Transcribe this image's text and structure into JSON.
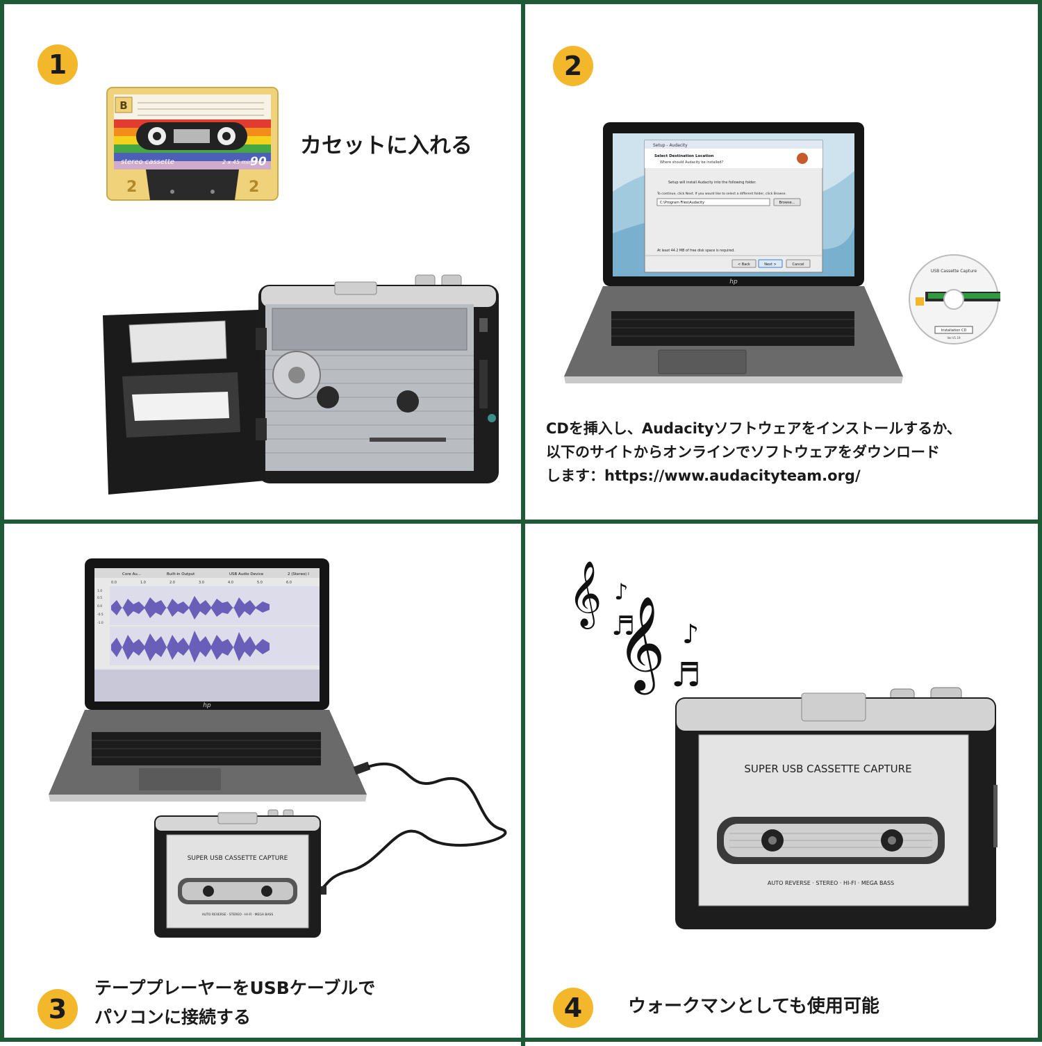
{
  "colors": {
    "border": "#1e5a35",
    "badge": "#f3b72b"
  },
  "steps": [
    {
      "number": "1",
      "caption": "カセットに入れる"
    },
    {
      "number": "2",
      "caption_lines": [
        "CDを挿入し、Audacityソフトウェアをインストールするか、",
        "以下のサイトからオンラインでソフトウェアをダウンロード",
        "します：https://www.audacityteam.org/"
      ]
    },
    {
      "number": "3",
      "caption_lines": [
        "テーププレーヤーをUSBケーブルで",
        "パソコンに接続する"
      ]
    },
    {
      "number": "4",
      "caption": "ウォークマンとしても使用可能"
    }
  ],
  "cassette_tape": {
    "letter": "B",
    "label": "stereo cassette",
    "length": "2 x 45 min",
    "minutes": "90",
    "side": "2"
  },
  "setup_dialog": {
    "window_title": "Setup - Audacity",
    "heading": "Select Destination Location",
    "subheading": "Where should Audacity be installed?",
    "line1": "Setup will install Audacity into the following folder.",
    "line2": "To continue, click Next. If you would like to select a different folder, click Browse.",
    "path": "C:\\Program Files\\Audacity",
    "browse": "Browse...",
    "space": "At least 44.2 MB of free disk space is required.",
    "back": "< Back",
    "next": "Next >",
    "cancel": "Cancel"
  },
  "laptop_brand": "hp",
  "install_cd": {
    "title": "USB Cassette Capture",
    "label": "Installation CD",
    "version": "Ver.V1.19"
  },
  "audacity": {
    "host": "Core Au...",
    "output": "Built-in Output",
    "input": "USB Audio Device",
    "channels": "2 (Stereo) I",
    "ruler": [
      "0.0",
      "1.0",
      "2.0",
      "3.0",
      "4.0",
      "5.0",
      "6.0"
    ],
    "amps": [
      "1.0",
      "0.5",
      "0.0",
      "-0.5",
      "-1.0"
    ]
  },
  "player": {
    "title": "SUPER USB CASSETTE CAPTURE",
    "features": "AUTO REVERSE · STEREO · HI-FI · MEGA BASS"
  },
  "music_notes": [
    "𝄞",
    "♪",
    "♬",
    "𝄞",
    "♪",
    "♬"
  ]
}
